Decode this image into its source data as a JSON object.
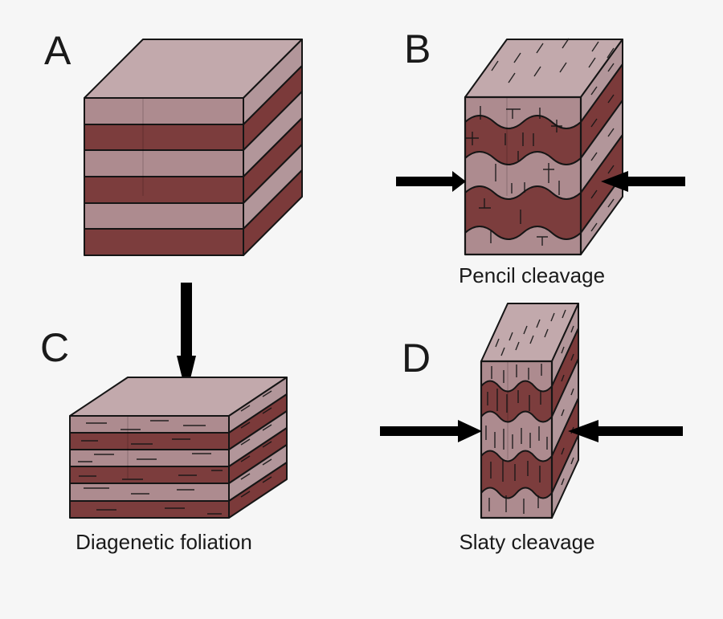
{
  "background": "#f6f6f6",
  "palette": {
    "front_light": "#ad8b8f",
    "front_dark": "#7c3d3d",
    "side_light": "#b2969a",
    "side_dark": "#7b3a3a",
    "top_light": "#c2a9ac",
    "outline": "#151515",
    "arrow": "#000000",
    "text": "#1a1a1a"
  },
  "panels": [
    {
      "letter": "A",
      "caption": ""
    },
    {
      "letter": "B",
      "caption": "Pencil cleavage"
    },
    {
      "letter": "C",
      "caption": "Diagenetic foliation"
    },
    {
      "letter": "D",
      "caption": "Slaty cleavage"
    }
  ],
  "icons": {
    "vertical_compaction": "down-arrow-icon",
    "horizontal_compression": "inward-arrow-icons"
  }
}
